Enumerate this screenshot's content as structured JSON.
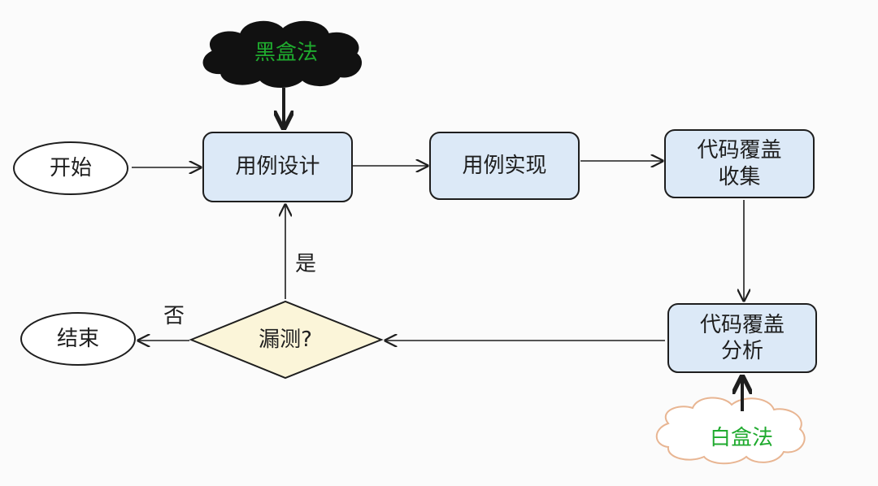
{
  "nodes": {
    "start": "开始",
    "end": "结束",
    "black_box": "黑盒法",
    "white_box": "白盒法",
    "case_design": "用例设计",
    "case_impl": "用例实现",
    "coverage_collect": "代码覆盖\n收集",
    "coverage_analysis": "代码覆盖\n分析",
    "decision": "漏测?"
  },
  "edges": {
    "yes": "是",
    "no": "否"
  },
  "colors": {
    "process_fill": "#dce9f7",
    "decision_fill": "#fbf5d9",
    "stroke": "#1e1e1e",
    "black_cloud_fill": "#111111",
    "white_cloud_stroke": "#e8b592",
    "label_green": "#1faa2e"
  }
}
